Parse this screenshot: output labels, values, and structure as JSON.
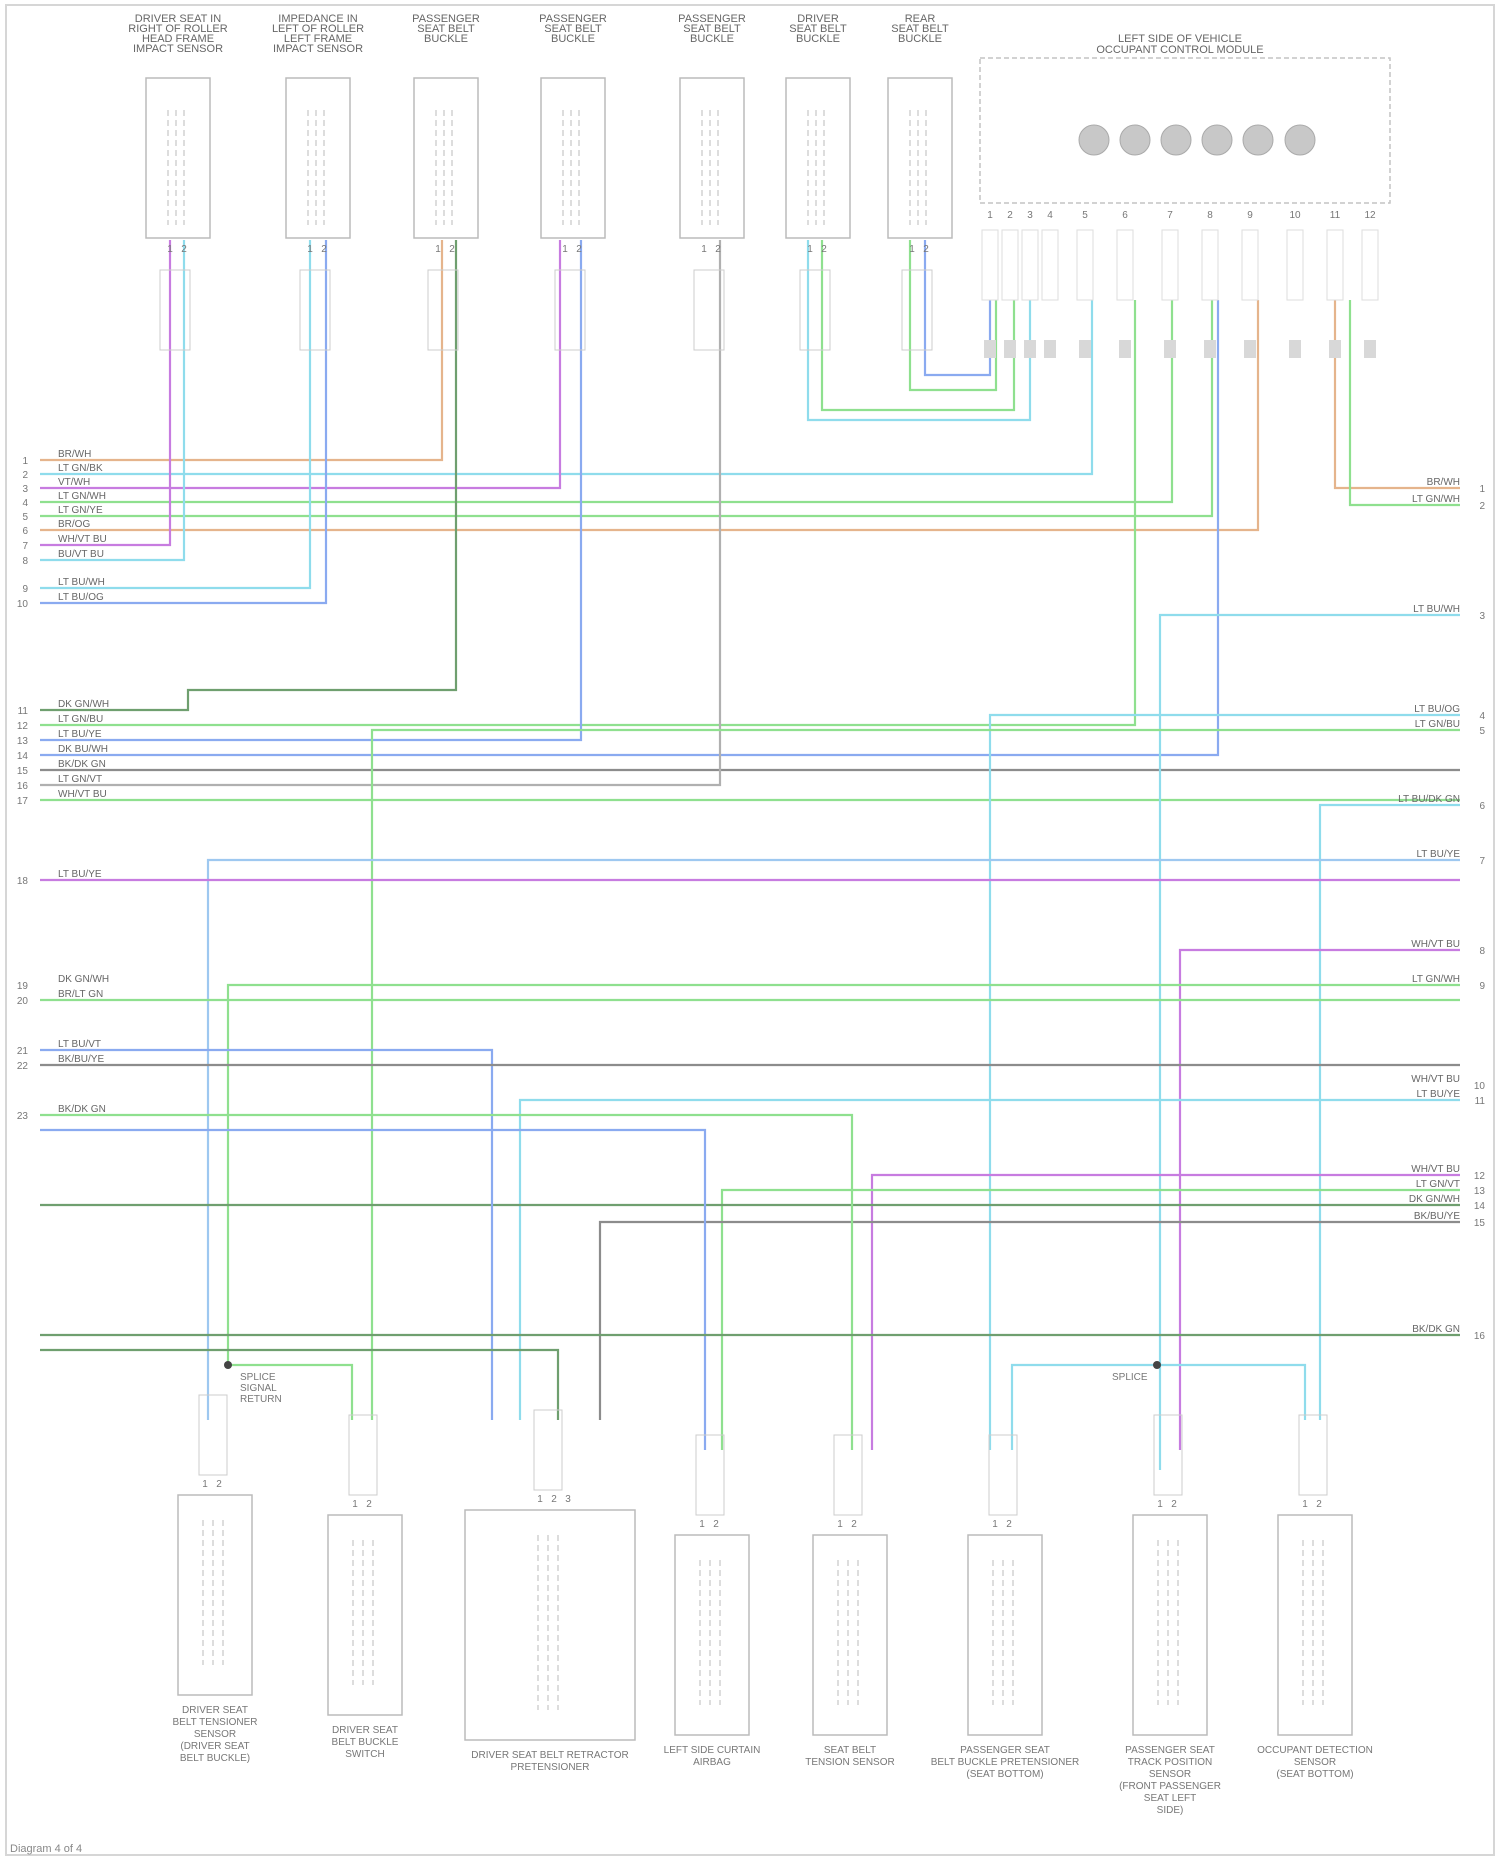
{
  "footer": "Diagram 4 of 4",
  "colors": {
    "violet": "#c77ce0",
    "tan": "#e5b48c",
    "green": "#8fe08f",
    "cyan": "#8fdcec",
    "blue": "#8aaaf0",
    "gray": "#8c8c8c",
    "light_gray": "#b0b0b0",
    "dk_green": "#6f9f6f",
    "lt_blue": "#9ec8f0"
  },
  "top_components": [
    {
      "name": "DRIVER SEAT IN\nRIGHT OF ROLLER\nHEAD FRAME\nIMPACT SENSOR",
      "pins": [
        "1",
        "2"
      ]
    },
    {
      "name": "IMPEDANCE IN\nLEFT OF ROLLER\nLEFT FRAME\nIMPACT SENSOR",
      "pins": [
        "1",
        "2"
      ]
    },
    {
      "name": "PASSENGER\nSEAT BELT\nBUCKLE",
      "pins": [
        "1",
        "2"
      ]
    },
    {
      "name": "PASSENGER\nSEAT BELT\nBUCKLE",
      "pins": [
        "1",
        "2"
      ]
    },
    {
      "name": "PASSENGER\nSEAT BELT\nBUCKLE",
      "pins": [
        "1",
        "2"
      ]
    },
    {
      "name": "DRIVER\nSEAT BELT\nBUCKLE",
      "pins": [
        "1",
        "2"
      ]
    },
    {
      "name": "REAR\nSEAT BELT\nBUCKLE",
      "pins": [
        "1",
        "2"
      ]
    }
  ],
  "module": {
    "name": "LEFT SIDE OF VEHICLE\nOCCUPANT CONTROL MODULE",
    "pins": [
      "1",
      "2",
      "3",
      "4",
      "5",
      "6",
      "7",
      "8",
      "9",
      "10",
      "11",
      "12"
    ]
  },
  "left_wires": [
    {
      "num": "1",
      "label": "BR/WH"
    },
    {
      "num": "2",
      "label": "LT GN/BK"
    },
    {
      "num": "3",
      "label": "VT/WH"
    },
    {
      "num": "4",
      "label": "LT GN/WH"
    },
    {
      "num": "5",
      "label": "LT GN/YE"
    },
    {
      "num": "6",
      "label": "BR/OG"
    },
    {
      "num": "7",
      "label": "WH/VT BU"
    },
    {
      "num": "8",
      "label": "BU/VT BU"
    },
    {
      "num": "9",
      "label": "LT BU/WH"
    },
    {
      "num": "10",
      "label": "LT BU/OG"
    },
    {
      "num": "11",
      "label": "DK GN/WH"
    },
    {
      "num": "12",
      "label": "LT GN/BU"
    },
    {
      "num": "13",
      "label": "LT BU/YE"
    },
    {
      "num": "14",
      "label": "DK BU/WH"
    },
    {
      "num": "15",
      "label": "BK/DK GN"
    },
    {
      "num": "16",
      "label": "LT GN/VT"
    },
    {
      "num": "17",
      "label": "WH/VT BU"
    },
    {
      "num": "18",
      "label": "LT BU/YE"
    },
    {
      "num": "19",
      "label": "DK GN/WH"
    },
    {
      "num": "20",
      "label": "BR/LT GN"
    },
    {
      "num": "21",
      "label": "LT BU/VT"
    },
    {
      "num": "22",
      "label": "BK/BU/YE"
    },
    {
      "num": "23",
      "label": "BK/DK GN"
    }
  ],
  "right_wires": [
    {
      "num": "1",
      "label": "BR/WH"
    },
    {
      "num": "2",
      "label": "LT GN/WH"
    },
    {
      "num": "3",
      "label": "LT BU/WH"
    },
    {
      "num": "4",
      "label": "LT BU/OG"
    },
    {
      "num": "5",
      "label": "LT GN/BU"
    },
    {
      "num": "6",
      "label": "LT BU/DK GN"
    },
    {
      "num": "7",
      "label": "LT BU/YE"
    },
    {
      "num": "8",
      "label": "WH/VT BU"
    },
    {
      "num": "9",
      "label": "LT GN/WH"
    },
    {
      "num": "10",
      "label": "WH/VT BU"
    },
    {
      "num": "11",
      "label": "LT BU/YE"
    },
    {
      "num": "12",
      "label": "WH/VT BU"
    },
    {
      "num": "13",
      "label": "LT GN/VT"
    },
    {
      "num": "14",
      "label": "DK GN/WH"
    },
    {
      "num": "15",
      "label": "BK/BU/YE"
    },
    {
      "num": "16",
      "label": "BK/DK GN"
    }
  ],
  "splices": [
    {
      "label": "SPLICE\nSIGNAL\nRETURN"
    },
    {
      "label": "SPLICE"
    }
  ],
  "bottom_components": [
    {
      "name": "DRIVER SEAT\nBELT TENSIONER\nSENSOR\n(DRIVER SEAT\nBELT BUCKLE)",
      "pins": [
        "1",
        "2"
      ]
    },
    {
      "name": "DRIVER SEAT\nBELT BUCKLE\nSWITCH",
      "pins": [
        "1",
        "2"
      ]
    },
    {
      "name": "DRIVER SEAT BELT RETRACTOR\nPRETENSIONER",
      "pins": [
        "1",
        "2",
        "3"
      ]
    },
    {
      "name": "LEFT SIDE CURTAIN\nAIRBAG",
      "pins": [
        "1",
        "2"
      ]
    },
    {
      "name": "SEAT BELT\nTENSION SENSOR",
      "pins": [
        "1",
        "2"
      ]
    },
    {
      "name": "PASSENGER SEAT\nBELT BUCKLE PRETENSIONER\n(SEAT BOTTOM)",
      "pins": [
        "1",
        "2"
      ]
    },
    {
      "name": "PASSENGER SEAT\nTRACK POSITION\nSENSOR\n(FRONT PASSENGER\nSEAT LEFT\nSIDE)",
      "pins": [
        "1",
        "2"
      ]
    },
    {
      "name": "OCCUPANT DETECTION\nSENSOR\n(SEAT BOTTOM)",
      "pins": [
        "1",
        "2"
      ]
    }
  ]
}
